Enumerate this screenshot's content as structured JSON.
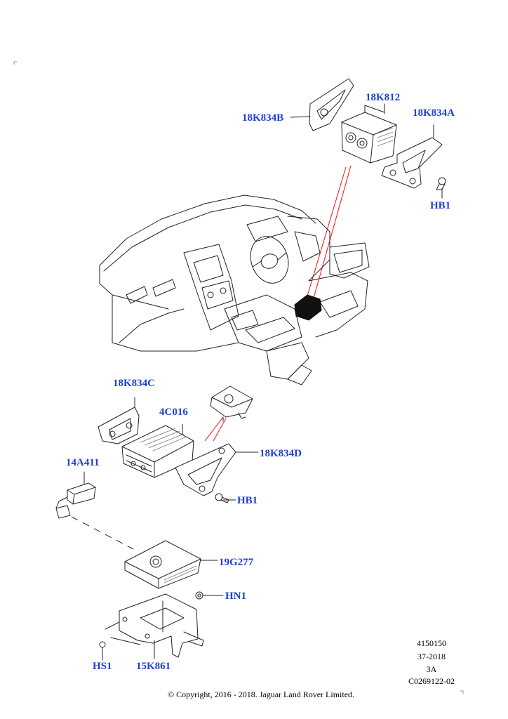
{
  "callouts": {
    "c_18k834b": "18K834B",
    "c_18k812": "18K812",
    "c_18k834a": "18K834A",
    "c_hb1_top": "HB1",
    "c_18k834c": "18K834C",
    "c_4c016": "4C016",
    "c_14a411": "14A411",
    "c_18k834d": "18K834D",
    "c_hb1_mid": "HB1",
    "c_19g277": "19G277",
    "c_hn1": "HN1",
    "c_hs1": "HS1",
    "c_15k861": "15K861"
  },
  "meta": {
    "line1": "4150150",
    "line2": "37-2018",
    "line3": "3A",
    "line4": "C0269122-02"
  },
  "copyright": "© Copyright, 2016 - 2018. Jaguar Land Rover Limited.",
  "colors": {
    "callout": "#1f3fd6",
    "leader_red": "#e11111",
    "linework": "#222222"
  }
}
